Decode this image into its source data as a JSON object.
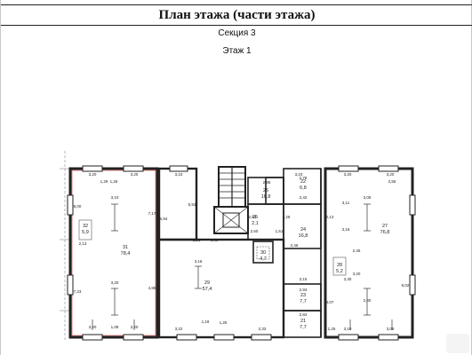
{
  "document": {
    "title": "План этажа (части этажа)",
    "section": "Секция 3",
    "floor": "Этаж 1"
  },
  "rooms": [
    {
      "id": "room-32",
      "number": "32",
      "area": "5,9"
    },
    {
      "id": "room-31",
      "number": "31",
      "area": "78,4"
    },
    {
      "id": "room-29",
      "number": "29",
      "area": "57,4"
    },
    {
      "id": "room-26",
      "number": "26",
      "area": "16,8"
    },
    {
      "id": "room-25",
      "number": "25",
      "area": "2,1"
    },
    {
      "id": "room-22",
      "number": "22",
      "area": "6,8"
    },
    {
      "id": "room-24",
      "number": "24",
      "area": "16,8"
    },
    {
      "id": "room-30",
      "number": "30",
      "area": "4,7"
    },
    {
      "id": "room-23",
      "number": "23",
      "area": "7,7"
    },
    {
      "id": "room-21",
      "number": "21",
      "area": "7,7"
    },
    {
      "id": "room-27",
      "number": "27",
      "area": "76,8"
    },
    {
      "id": "room-28",
      "number": "28",
      "area": "5,2"
    }
  ],
  "dimensions": [
    "3,20",
    "3,20",
    "3,23",
    "3,20",
    "3,20",
    "3,23",
    "1,26",
    "1,29",
    "3,20",
    "8,00",
    "7,23",
    "7,17",
    "4,88",
    "2,13",
    "5,94",
    "5,91",
    "6,08",
    "2,63",
    "2,60",
    "1,51",
    "2,78",
    "2,88",
    "2,42",
    "2,28",
    "2,46",
    "3,15",
    "2,93",
    "2,84",
    "3,11",
    "3,16",
    "3,20",
    "2,45",
    "3,21",
    "2,40",
    "8,07",
    "8,02",
    "2,13",
    "3,30",
    "3,22",
    "3,10",
    "3,16",
    "3,20",
    "1,25",
    "2,33",
    "1,18",
    "3,10",
    "3,09",
    "3,05",
    "2,55",
    "1,25",
    "3,20",
    "1,08"
  ]
}
